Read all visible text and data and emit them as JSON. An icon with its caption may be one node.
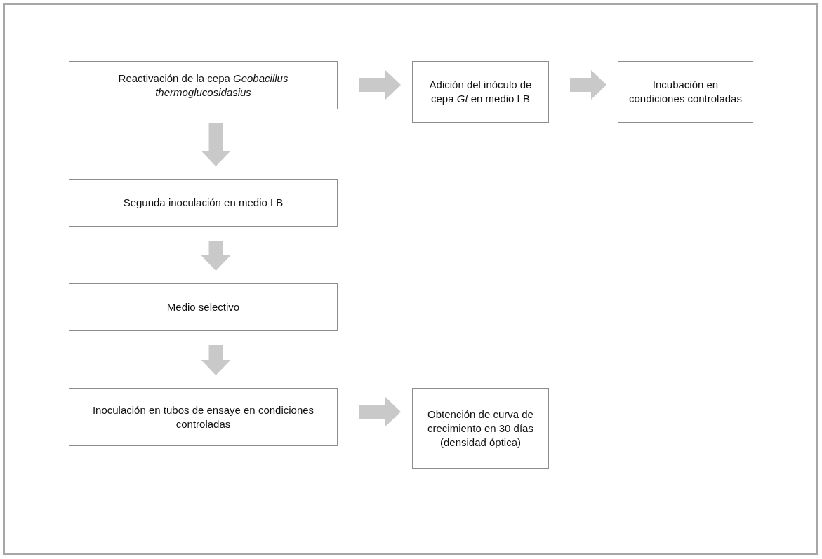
{
  "diagram": {
    "nodes": [
      {
        "text": [
          "Reactivación de la cepa *Geobacillus thermoglucosidasius*"
        ]
      },
      {
        "text": [
          "Adición del inóculo de cepa *Gt* en medio LB"
        ]
      },
      {
        "text": [
          "Incubación en condiciones controladas"
        ]
      },
      {
        "text": [
          "Segunda inoculación en medio LB"
        ]
      },
      {
        "text": [
          "Medio selectivo"
        ]
      },
      {
        "text": [
          "Inoculación en tubos de ensaye en condiciones controladas"
        ]
      },
      {
        "text": [
          "Obtención de curva de crecimiento en 30 días (densidad óptica)"
        ]
      }
    ],
    "edges": [
      {
        "from": 0,
        "to": 1,
        "arrow": "to"
      },
      {
        "from": 1,
        "to": 2,
        "arrow": "to"
      },
      {
        "from": 0,
        "to": 3,
        "arrow": "to"
      },
      {
        "from": 3,
        "to": 4,
        "arrow": "to"
      },
      {
        "from": 4,
        "to": 5,
        "arrow": "to"
      },
      {
        "from": 5,
        "to": 6,
        "arrow": "to"
      }
    ]
  }
}
